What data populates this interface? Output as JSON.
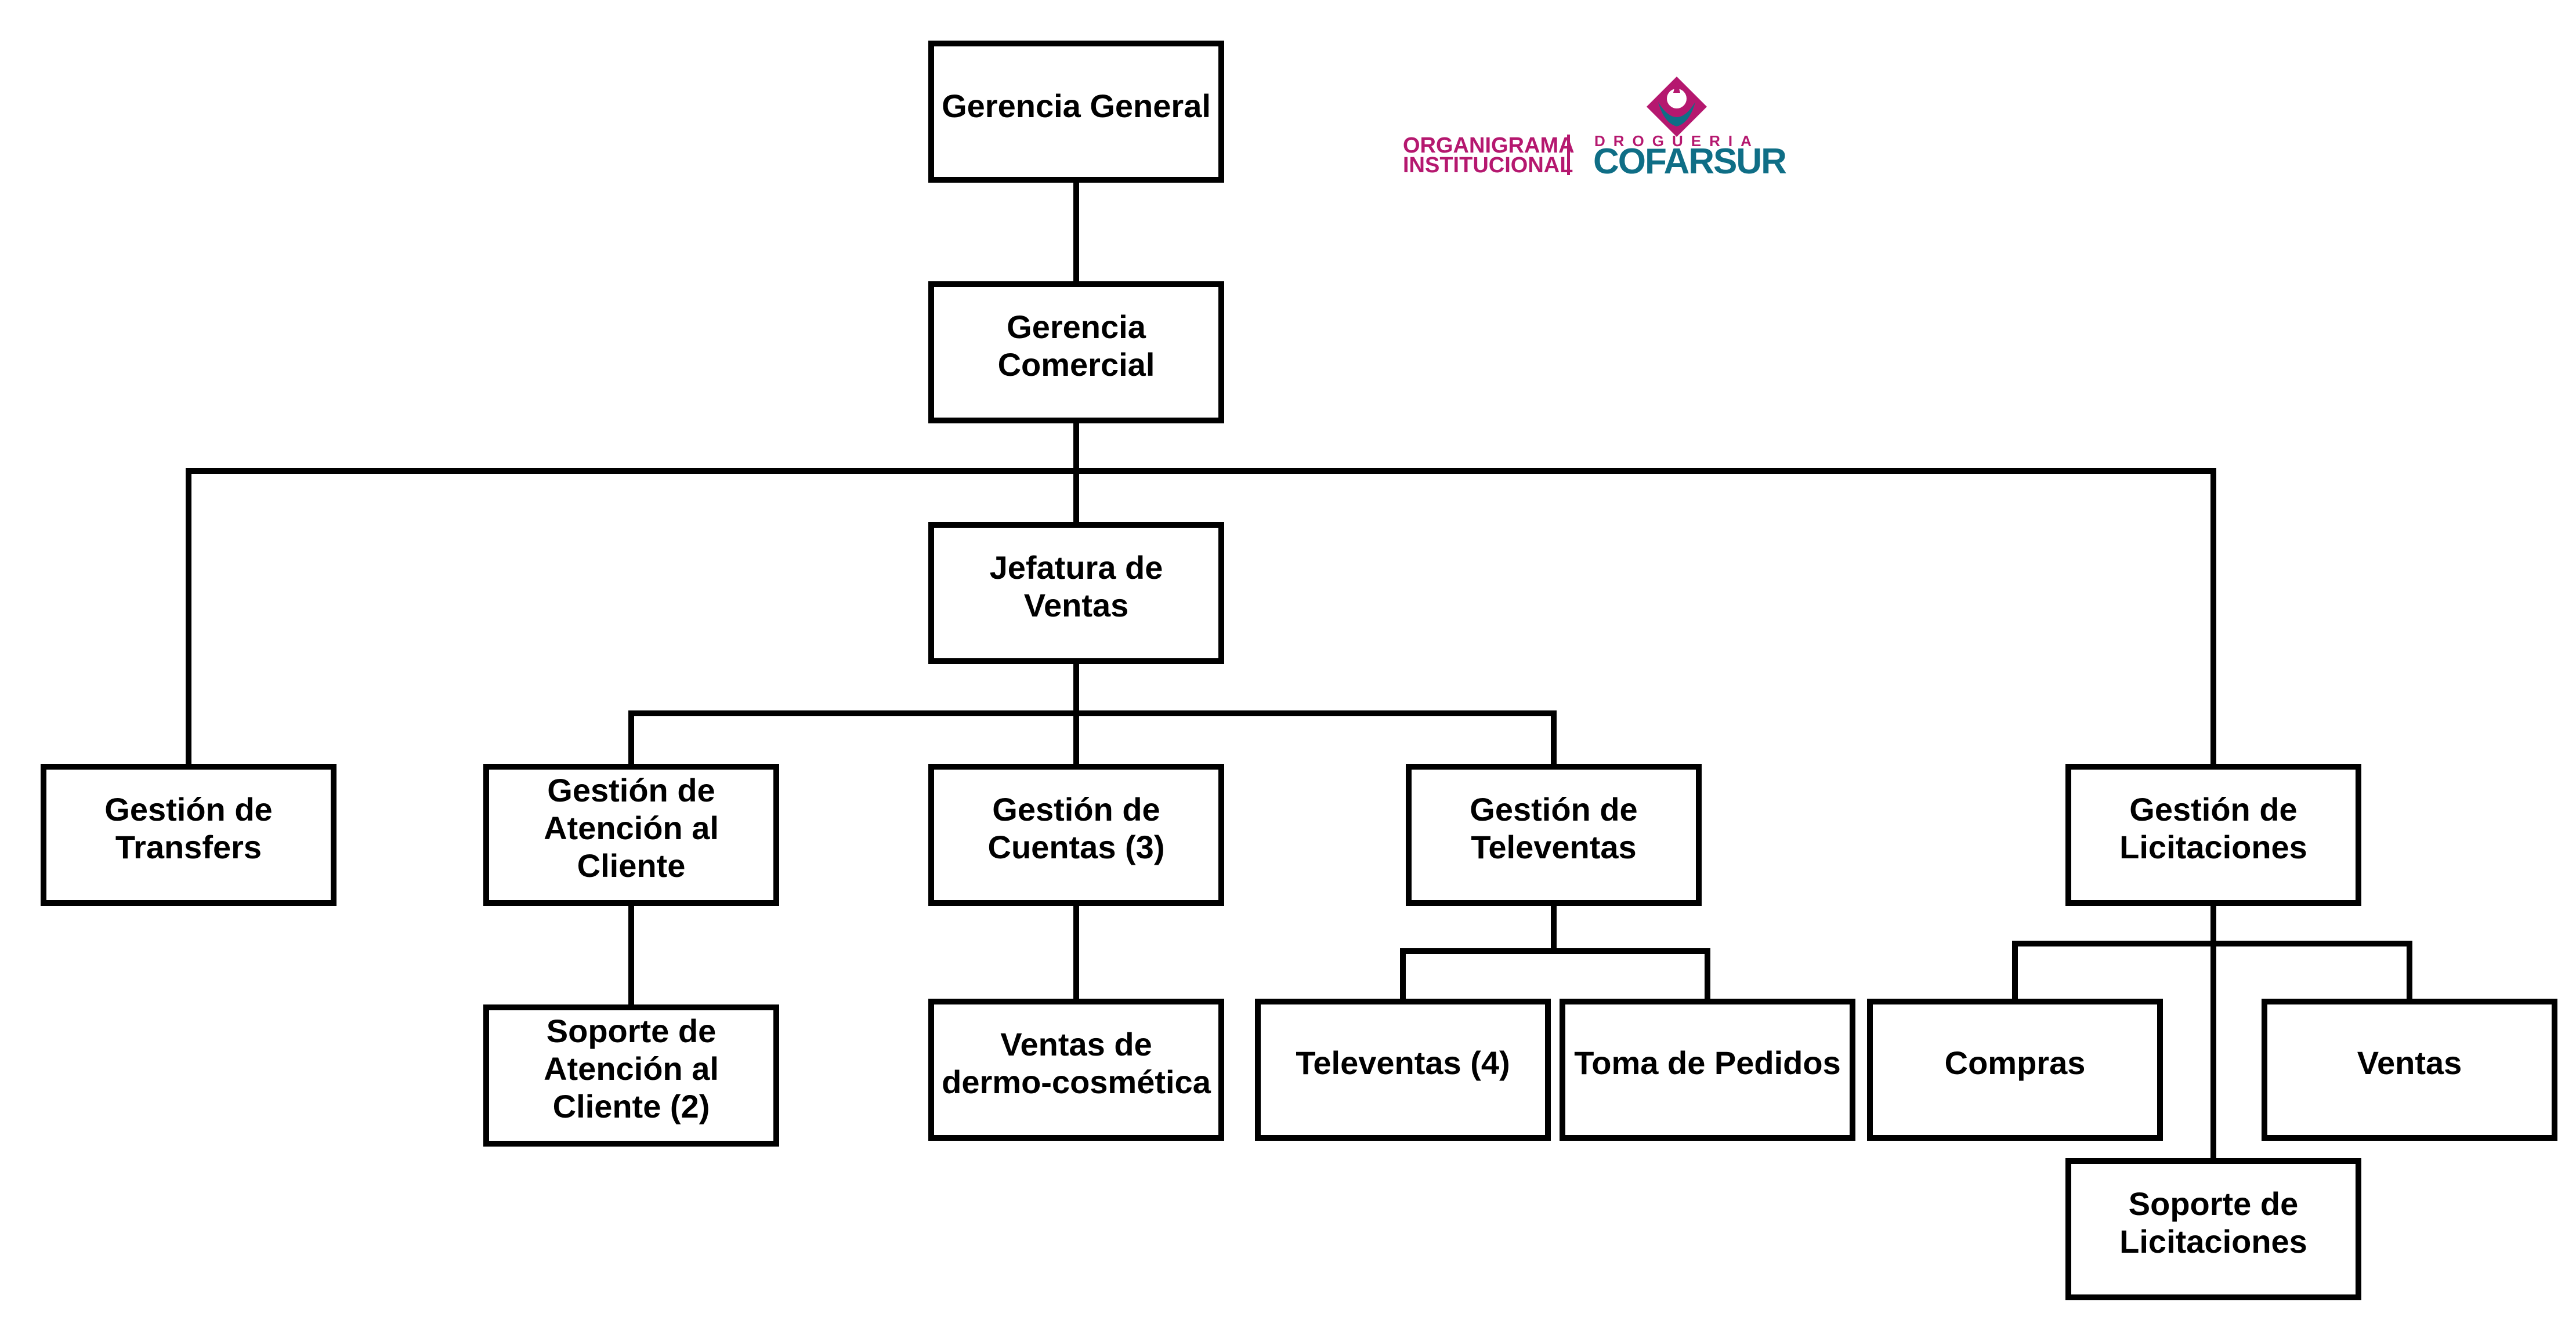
{
  "logo": {
    "title_line1": "ORGANIGRAMA",
    "title_line2": "INSTITUCIONAL",
    "sub": "DROGUERIA",
    "brand": "COFARSUR",
    "colors": {
      "magenta": "#b5186f",
      "teal": "#0f6e86"
    }
  },
  "nodes": {
    "gerencia_general": [
      "Gerencia General"
    ],
    "gerencia_comercial": [
      "Gerencia",
      "Comercial"
    ],
    "jefatura_ventas": [
      "Jefatura de",
      "Ventas"
    ],
    "gestion_transfers": [
      "Gestión de",
      "Transfers"
    ],
    "gestion_atencion": [
      "Gestión de",
      "Atención al",
      "Cliente"
    ],
    "gestion_cuentas": [
      "Gestión de",
      "Cuentas (3)"
    ],
    "gestion_televentas": [
      "Gestión de",
      "Televentas"
    ],
    "gestion_licitaciones": [
      "Gestión de",
      "Licitaciones"
    ],
    "soporte_atencion": [
      "Soporte de",
      "Atención al",
      "Cliente (2)"
    ],
    "ventas_dermo": [
      "Ventas de",
      "dermo-cosmética"
    ],
    "televentas": [
      "Televentas (4)"
    ],
    "toma_pedidos": [
      "Toma de Pedidos"
    ],
    "compras": [
      "Compras"
    ],
    "ventas": [
      "Ventas"
    ],
    "soporte_licitaciones": [
      "Soporte de",
      "Licitaciones"
    ]
  }
}
